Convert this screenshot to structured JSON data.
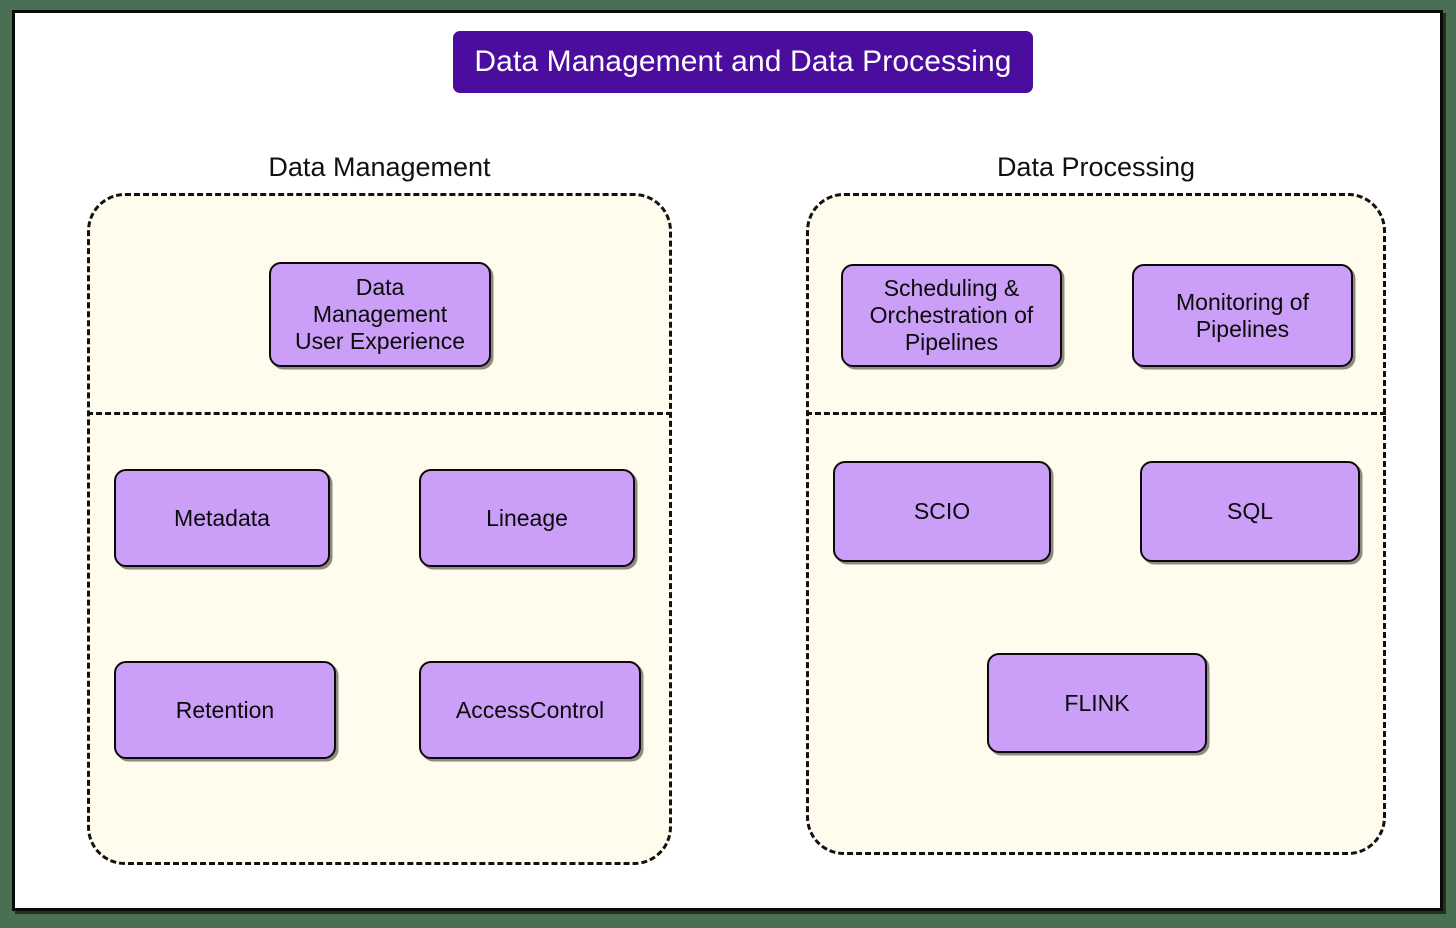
{
  "title": {
    "text": "Data Management and Data Processing",
    "background_color": "#4b0d9e",
    "text_color": "#ffffff"
  },
  "theme": {
    "page_background": "#4a7053",
    "panel_background": "#ffffff",
    "group_fill": "#fffced",
    "node_fill": "#cb9ff7",
    "border_color": "#0a0a0a"
  },
  "diagram": {
    "type": "grouped-block-diagram",
    "groups": [
      {
        "id": "data-management",
        "heading": "Data Management",
        "upper_nodes": [
          {
            "id": "data-management-user-experience",
            "label": "Data\nManagement\nUser Experience"
          }
        ],
        "lower_nodes": [
          {
            "id": "metadata",
            "label": "Metadata"
          },
          {
            "id": "lineage",
            "label": "Lineage"
          },
          {
            "id": "retention",
            "label": "Retention"
          },
          {
            "id": "access-control",
            "label": "AccessControl"
          }
        ]
      },
      {
        "id": "data-processing",
        "heading": "Data Processing",
        "upper_nodes": [
          {
            "id": "scheduling-orchestration",
            "label": "Scheduling &\nOrchestration of\nPipelines"
          },
          {
            "id": "monitoring-pipelines",
            "label": "Monitoring of\nPipelines"
          }
        ],
        "lower_nodes": [
          {
            "id": "scio",
            "label": "SCIO"
          },
          {
            "id": "sql",
            "label": "SQL"
          },
          {
            "id": "flink",
            "label": "FLINK"
          }
        ]
      }
    ]
  }
}
